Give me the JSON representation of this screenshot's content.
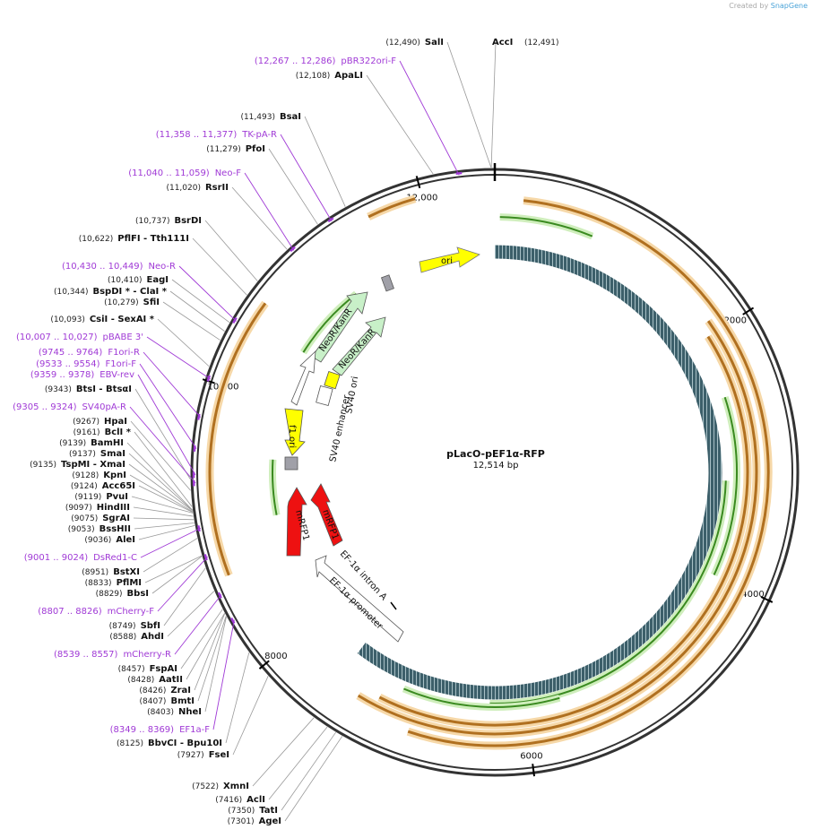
{
  "credit": {
    "prefix": "Created by",
    "brand": "SnapGene"
  },
  "plasmid": {
    "name": "pLacO-pEF1α-RFP",
    "size_label": "12,514 bp",
    "length": 12514
  },
  "ticks": [
    "12,000",
    "2000",
    "4000",
    "6000",
    "8000",
    "10,000"
  ],
  "enzymes": [
    {
      "pos": "(12,490)",
      "name": "SalI",
      "bp": 12490,
      "side": "top"
    },
    {
      "pos": "(12,491)",
      "name": "AccI",
      "bp": 12491,
      "side": "topr"
    },
    {
      "pos": "(12,108)",
      "name": "ApaLI",
      "bp": 12108,
      "side": "left"
    },
    {
      "pos": "(11,493)",
      "name": "BsaI",
      "bp": 11493,
      "side": "left"
    },
    {
      "pos": "(11,279)",
      "name": "PfoI",
      "bp": 11279,
      "side": "left"
    },
    {
      "pos": "(11,020)",
      "name": "RsrII",
      "bp": 11020,
      "side": "left"
    },
    {
      "pos": "(10,737)",
      "name": "BsrDI",
      "bp": 10737,
      "side": "left"
    },
    {
      "pos": "(10,622)",
      "name": "PflFI  - Tth111I",
      "bp": 10622,
      "side": "left"
    },
    {
      "pos": "(10,410)",
      "name": "EagI",
      "bp": 10410,
      "side": "left"
    },
    {
      "pos": "(10,344)",
      "name": "BspDI *  - ClaI *",
      "bp": 10344,
      "side": "left"
    },
    {
      "pos": "(10,279)",
      "name": "SfiI",
      "bp": 10279,
      "side": "left"
    },
    {
      "pos": "(10,093)",
      "name": "CsiI  - SexAI *",
      "bp": 10093,
      "side": "left"
    },
    {
      "pos": "(9343)",
      "name": "BtsI  - BtsαI",
      "bp": 9343,
      "side": "left"
    },
    {
      "pos": "(9267)",
      "name": "HpaI",
      "bp": 9267,
      "side": "left"
    },
    {
      "pos": "(9161)",
      "name": "BclI *",
      "bp": 9161,
      "side": "left"
    },
    {
      "pos": "(9139)",
      "name": "BamHI",
      "bp": 9139,
      "side": "left"
    },
    {
      "pos": "(9137)",
      "name": "SmaI",
      "bp": 9137,
      "side": "left"
    },
    {
      "pos": "(9135)",
      "name": "TspMI  - XmaI",
      "bp": 9135,
      "side": "left"
    },
    {
      "pos": "(9128)",
      "name": "KpnI",
      "bp": 9128,
      "side": "left"
    },
    {
      "pos": "(9124)",
      "name": "Acc65I",
      "bp": 9124,
      "side": "left"
    },
    {
      "pos": "(9119)",
      "name": "PvuI",
      "bp": 9119,
      "side": "left"
    },
    {
      "pos": "(9097)",
      "name": "HindIII",
      "bp": 9097,
      "side": "left"
    },
    {
      "pos": "(9075)",
      "name": "SgrAI",
      "bp": 9075,
      "side": "left"
    },
    {
      "pos": "(9053)",
      "name": "BssHII",
      "bp": 9053,
      "side": "left"
    },
    {
      "pos": "(9036)",
      "name": "AleI",
      "bp": 9036,
      "side": "left"
    },
    {
      "pos": "(8951)",
      "name": "BstXI",
      "bp": 8951,
      "side": "left"
    },
    {
      "pos": "(8833)",
      "name": "PflMI",
      "bp": 8833,
      "side": "left"
    },
    {
      "pos": "(8829)",
      "name": "BbsI",
      "bp": 8829,
      "side": "left"
    },
    {
      "pos": "(8749)",
      "name": "SbfI",
      "bp": 8749,
      "side": "left"
    },
    {
      "pos": "(8588)",
      "name": "AhdI",
      "bp": 8588,
      "side": "left"
    },
    {
      "pos": "(8457)",
      "name": "FspAI",
      "bp": 8457,
      "side": "left"
    },
    {
      "pos": "(8428)",
      "name": "AatII",
      "bp": 8428,
      "side": "left"
    },
    {
      "pos": "(8426)",
      "name": "ZraI",
      "bp": 8426,
      "side": "left"
    },
    {
      "pos": "(8407)",
      "name": "BmtI",
      "bp": 8407,
      "side": "left"
    },
    {
      "pos": "(8403)",
      "name": "NheI",
      "bp": 8403,
      "side": "left"
    },
    {
      "pos": "(8125)",
      "name": "BbvCI  - Bpu10I",
      "bp": 8125,
      "side": "left"
    },
    {
      "pos": "(7927)",
      "name": "FseI",
      "bp": 7927,
      "side": "left"
    },
    {
      "pos": "(7522)",
      "name": "XmnI",
      "bp": 7522,
      "side": "left"
    },
    {
      "pos": "(7416)",
      "name": "AclI",
      "bp": 7416,
      "side": "left"
    },
    {
      "pos": "(7350)",
      "name": "TatI",
      "bp": 7350,
      "side": "left"
    },
    {
      "pos": "(7301)",
      "name": "AgeI",
      "bp": 7301,
      "side": "left"
    }
  ],
  "primers": [
    {
      "pos": "(12,267 .. 12,286)",
      "name": "pBR322ori-F",
      "bp": 12276
    },
    {
      "pos": "(11,358 .. 11,377)",
      "name": "TK-pA-R",
      "bp": 11367
    },
    {
      "pos": "(11,040 .. 11,059)",
      "name": "Neo-F",
      "bp": 11049
    },
    {
      "pos": "(10,430 .. 10,449)",
      "name": "Neo-R",
      "bp": 10439
    },
    {
      "pos": "(10,007 .. 10,027)",
      "name": "pBABE 3'",
      "bp": 10017
    },
    {
      "pos": "(9745 .. 9764)",
      "name": "F1ori-R",
      "bp": 9754
    },
    {
      "pos": "(9533 .. 9554)",
      "name": "F1ori-F",
      "bp": 9543
    },
    {
      "pos": "(9359 .. 9378)",
      "name": "EBV-rev",
      "bp": 9368
    },
    {
      "pos": "(9305 .. 9324)",
      "name": "SV40pA-R",
      "bp": 9314
    },
    {
      "pos": "(9001 .. 9024)",
      "name": "DsRed1-C",
      "bp": 9012
    },
    {
      "pos": "(8807 .. 8826)",
      "name": "mCherry-F",
      "bp": 8816
    },
    {
      "pos": "(8539 .. 8557)",
      "name": "mCherry-R",
      "bp": 8548
    },
    {
      "pos": "(8349 .. 8369)",
      "name": "EF1a-F",
      "bp": 8359
    }
  ],
  "features": [
    {
      "name": "ori",
      "color": "#ffff00"
    },
    {
      "name": "NeoR/KanR",
      "color": "#c8f0c8"
    },
    {
      "name": "NeoR/KanR",
      "color": "#c8f0c8"
    },
    {
      "name": "SV40 ori",
      "color": "#ffff00"
    },
    {
      "name": "SV40 enhancer",
      "color": "#ffffff"
    },
    {
      "name": "f1 ori",
      "color": "#ffff00"
    },
    {
      "name": "mRFP1",
      "color": "#ee1111"
    },
    {
      "name": "mRFP1",
      "color": "#ee1111"
    },
    {
      "name": "EF-1α intron A",
      "color": "#ffffff"
    },
    {
      "name": "EF-1α promoter",
      "color": "#ffffff"
    }
  ],
  "colors": {
    "backbone": "#333333",
    "orange": "#e8a040",
    "green": "#5aa832",
    "teal": "#3c5f6a",
    "primer": "#a03ad6"
  }
}
